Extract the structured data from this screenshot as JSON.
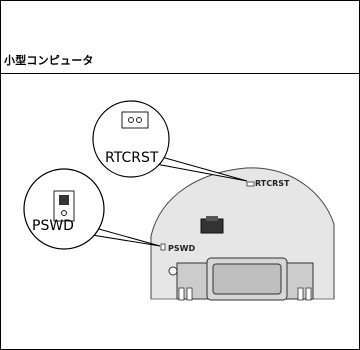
{
  "section": {
    "title": "小型コンピュータ"
  },
  "figure": {
    "callout_top": "RTCRST",
    "callout_left": "PSWD",
    "board_label_top": "RTCRST",
    "board_label_left": "PSWD"
  }
}
